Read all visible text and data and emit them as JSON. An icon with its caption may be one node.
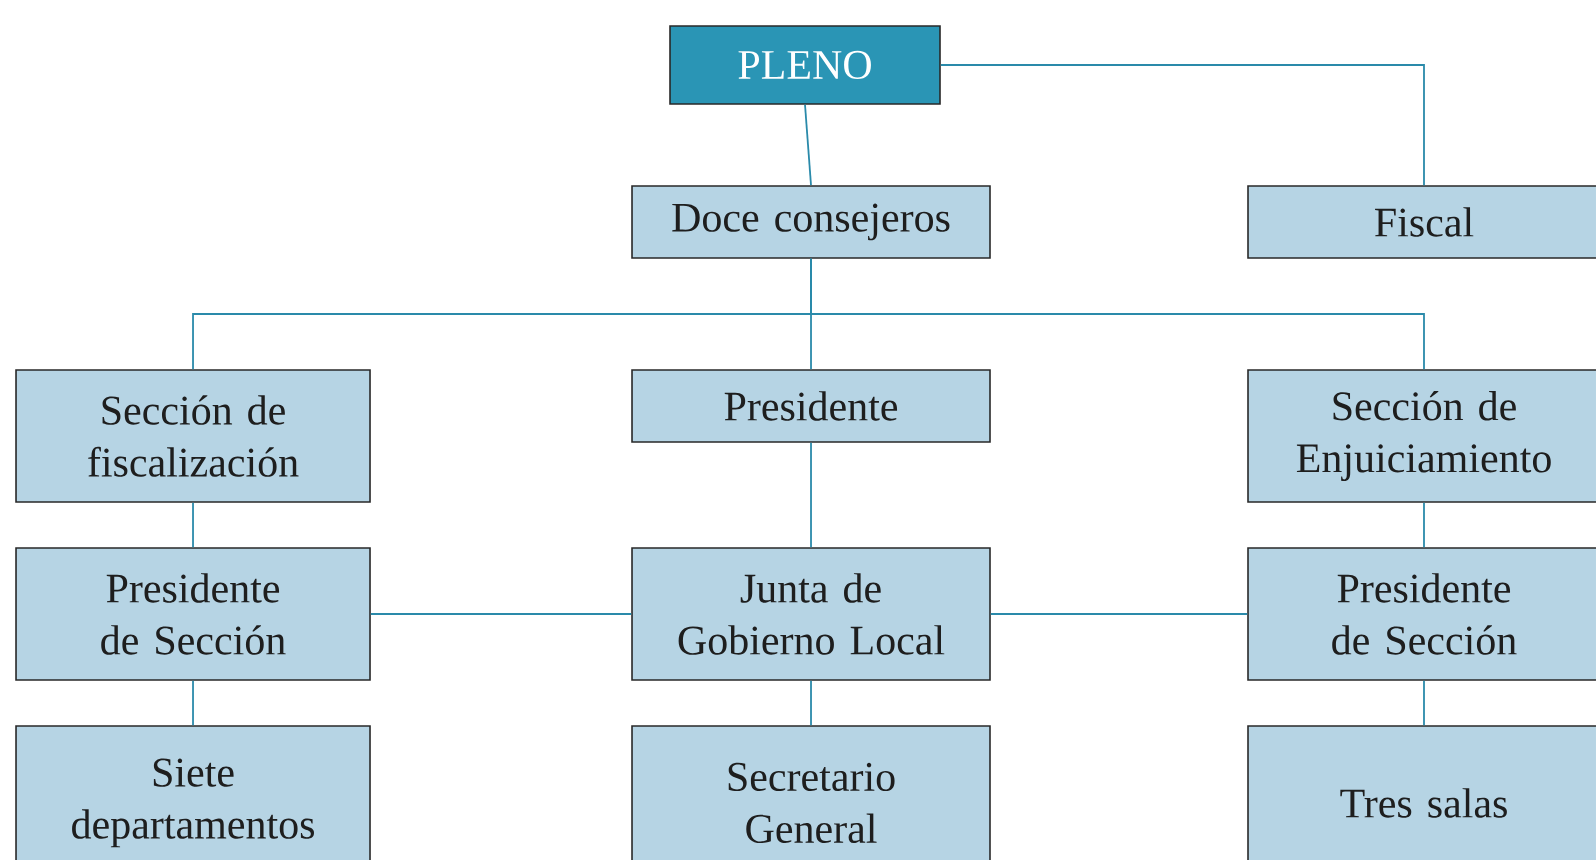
{
  "diagram": {
    "nodes": [
      {
        "text": [
          "PLENO"
        ]
      },
      {
        "text": [
          "Doce consejeros"
        ]
      },
      {
        "text": [
          "Fiscal"
        ]
      },
      {
        "text": [
          "Sección de fiscalización"
        ]
      },
      {
        "text": [
          "Presidente"
        ]
      },
      {
        "text": [
          "Sección de Enjuiciamiento"
        ]
      },
      {
        "text": [
          "Presidente de Sección"
        ]
      },
      {
        "text": [
          "Junta de Gobierno Local"
        ]
      },
      {
        "text": [
          "Presidente de Sección"
        ]
      },
      {
        "text": [
          "Siete departamentos"
        ]
      },
      {
        "text": [
          "Secretario General"
        ]
      },
      {
        "text": [
          "Tres salas"
        ]
      }
    ],
    "edges": [
      {
        "from": 0,
        "to": 1,
        "arrow": "none"
      },
      {
        "from": 0,
        "to": 2,
        "arrow": "none"
      },
      {
        "from": 1,
        "to": 3,
        "arrow": "none"
      },
      {
        "from": 1,
        "to": 4,
        "arrow": "none"
      },
      {
        "from": 1,
        "to": 5,
        "arrow": "none"
      },
      {
        "from": 3,
        "to": 6,
        "arrow": "none"
      },
      {
        "from": 6,
        "to": 9,
        "arrow": "none"
      },
      {
        "from": 4,
        "to": 7,
        "arrow": "none"
      },
      {
        "from": 7,
        "to": 10,
        "arrow": "none"
      },
      {
        "from": 5,
        "to": 8,
        "arrow": "none"
      },
      {
        "from": 8,
        "to": 11,
        "arrow": "none"
      },
      {
        "from": 6,
        "to": 7,
        "arrow": "none"
      },
      {
        "from": 7,
        "to": 8,
        "arrow": "none"
      }
    ]
  }
}
